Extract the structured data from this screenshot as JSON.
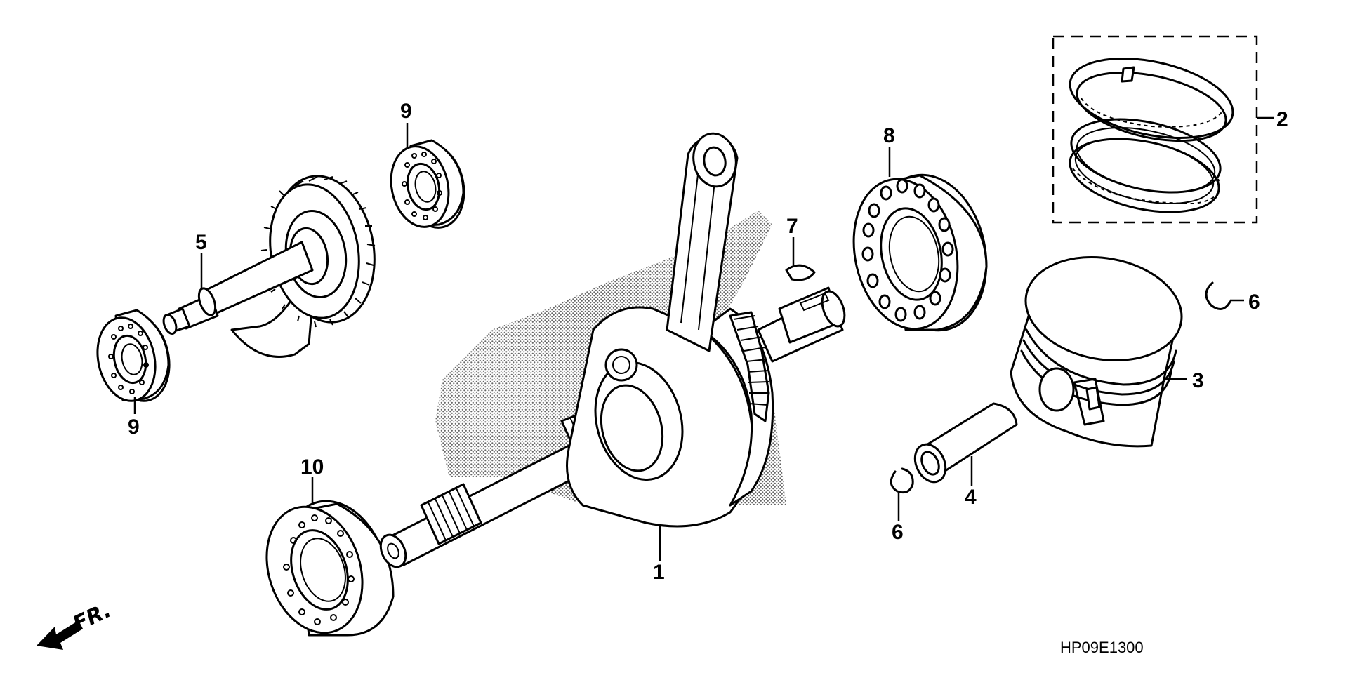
{
  "callouts": {
    "c1": "1",
    "c2": "2",
    "c3": "3",
    "c4": "4",
    "c5": "5",
    "c6a": "6",
    "c6b": "6",
    "c7": "7",
    "c8": "8",
    "c9a": "9",
    "c9b": "9",
    "c10": "10"
  },
  "front_indicator": "FR.",
  "diagram_code": "HP09E1300"
}
